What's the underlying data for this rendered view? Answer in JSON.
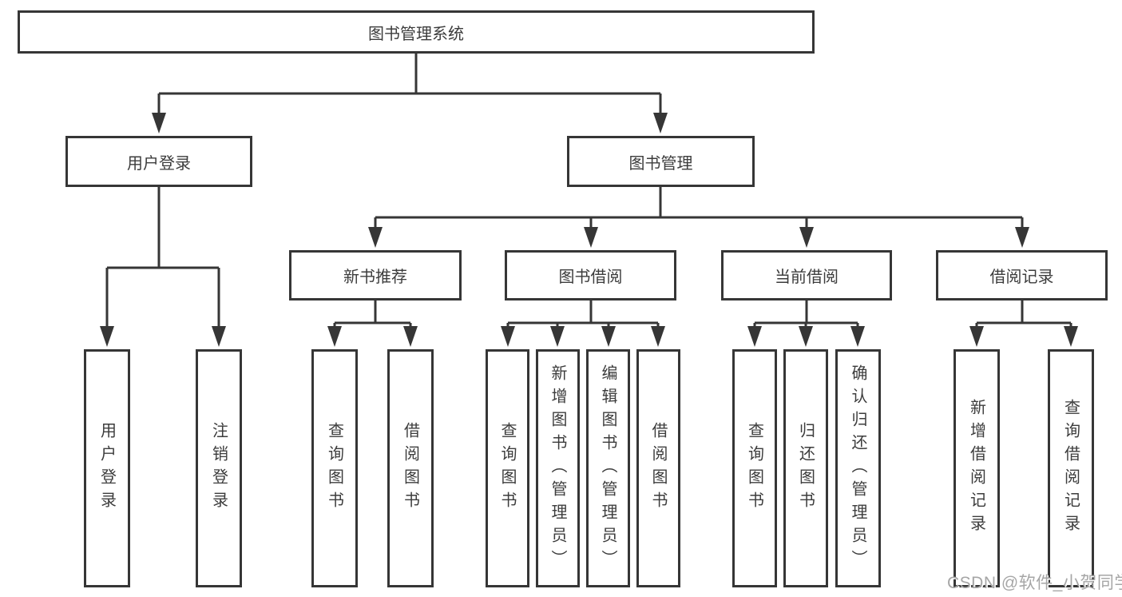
{
  "style": {
    "line_color": "#363636",
    "box_border_color": "#363636",
    "text_color": "#3c3c3c",
    "background": "#ffffff",
    "watermark_color": "#a6a6a6"
  },
  "tree": {
    "label": "图书管理系统",
    "children": [
      {
        "label": "用户登录",
        "children": [
          {
            "label": "用户登录"
          },
          {
            "label": "注销登录"
          }
        ]
      },
      {
        "label": "图书管理",
        "children": [
          {
            "label": "新书推荐",
            "children": [
              {
                "label": "查询图书"
              },
              {
                "label": "借阅图书"
              }
            ]
          },
          {
            "label": "图书借阅",
            "children": [
              {
                "label": "查询图书"
              },
              {
                "label": "新增图书（管理员）"
              },
              {
                "label": "编辑图书（管理员）"
              },
              {
                "label": "借阅图书"
              }
            ]
          },
          {
            "label": "当前借阅",
            "children": [
              {
                "label": "查询图书"
              },
              {
                "label": "归还图书"
              },
              {
                "label": "确认归还（管理员）"
              }
            ]
          },
          {
            "label": "借阅记录",
            "children": [
              {
                "label": "新增借阅记录"
              },
              {
                "label": "查询借阅记录"
              }
            ]
          }
        ]
      }
    ]
  },
  "watermark": {
    "text": "CSDN @软件_小贺同学"
  }
}
